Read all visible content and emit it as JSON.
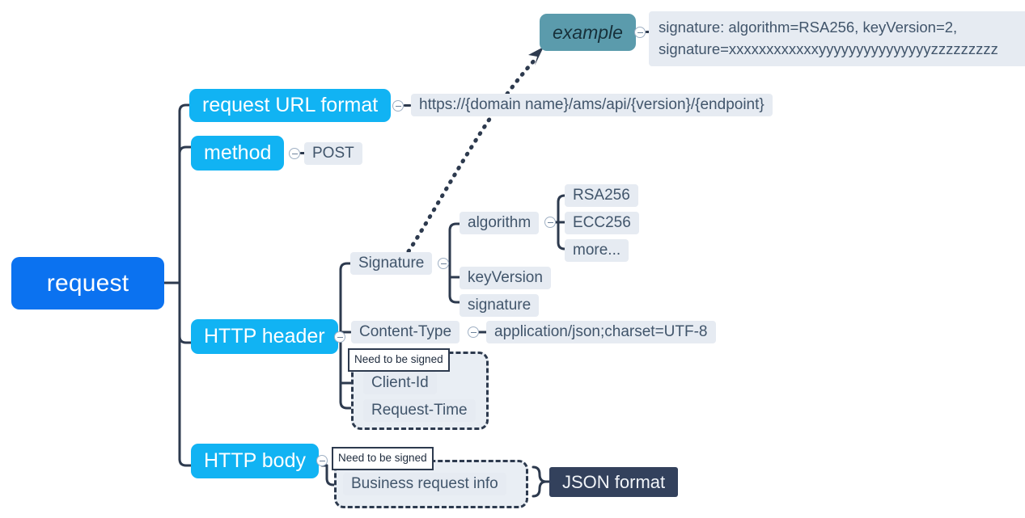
{
  "diagram": {
    "type": "mind-map",
    "title": "request",
    "colors": {
      "root": "#0b72f0",
      "level1": "#11b3f3",
      "chip_bg": "#e6ebf2",
      "chip_text": "#41556b",
      "example": "#5b9bac",
      "dark": "#33415c",
      "line": "#2d3a4e"
    }
  },
  "root": {
    "label": "request"
  },
  "branches": {
    "url": {
      "label": "request URL format",
      "value": "https://{domain name}/ams/api/{version}/{endpoint}"
    },
    "method": {
      "label": "method",
      "value": "POST"
    },
    "http_header": {
      "label": "HTTP header",
      "signature": {
        "label": "Signature",
        "children": {
          "algorithm": {
            "label": "algorithm",
            "options": [
              "RSA256",
              "ECC256",
              "more..."
            ]
          },
          "keyVersion": {
            "label": "keyVersion"
          },
          "signature": {
            "label": "signature"
          }
        }
      },
      "content_type": {
        "label": "Content-Type",
        "value": "application/json;charset=UTF-8"
      },
      "signed_group": {
        "tag": "Need to be signed",
        "items": [
          "Client-Id",
          "Request-Time"
        ]
      }
    },
    "http_body": {
      "label": "HTTP body",
      "tag": "Need to be signed",
      "items": [
        "Business request info"
      ],
      "format": "JSON format"
    }
  },
  "example": {
    "label": "example",
    "text": "signature: algorithm=RSA256, keyVersion=2, signature=xxxxxxxxxxxxyyyyyyyyyyyyyyyzzzzzzzzz"
  },
  "icons": {
    "collapse": "minus-circle-icon",
    "arrow": "dotted-arrow-icon",
    "brace": "curly-brace-icon"
  }
}
